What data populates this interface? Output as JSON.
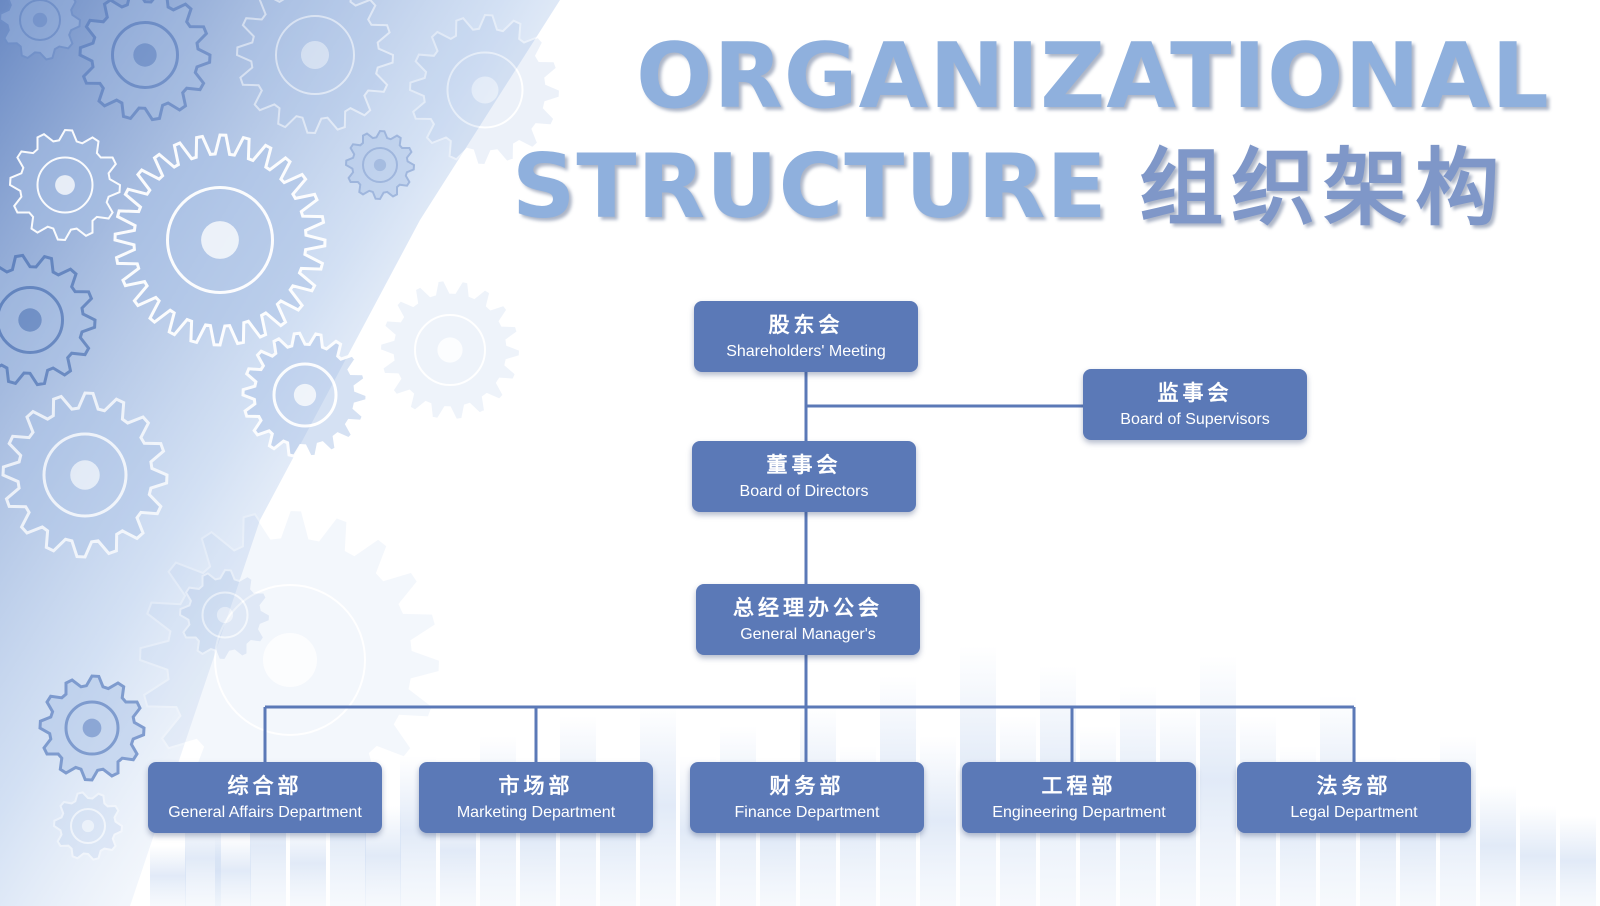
{
  "title": {
    "line1": "ORGANIZATIONAL",
    "line2_en": "STRUCTURE",
    "line2_cn": "组织架构"
  },
  "colors": {
    "node_fill": "#5b79b7",
    "connector": "#5b79b7",
    "title": "#8fb0dd",
    "gears": "#a9c1e6"
  },
  "nodes": {
    "shareholders": {
      "cn": "股东会",
      "en": "Shareholders' Meeting"
    },
    "supervisors": {
      "cn": "监事会",
      "en": "Board of Supervisors"
    },
    "directors": {
      "cn": "董事会",
      "en": "Board of Directors"
    },
    "general_manager": {
      "cn": "总经理办公会",
      "en": "General Manager's"
    },
    "departments": [
      {
        "cn": "综合部",
        "en": "General Affairs Department"
      },
      {
        "cn": "市场部",
        "en": "Marketing Department"
      },
      {
        "cn": "财务部",
        "en": "Finance Department"
      },
      {
        "cn": "工程部",
        "en": "Engineering Department"
      },
      {
        "cn": "法务部",
        "en": "Legal Department"
      }
    ]
  },
  "decor_icons": [
    "gear-icon",
    "city-skyline"
  ]
}
